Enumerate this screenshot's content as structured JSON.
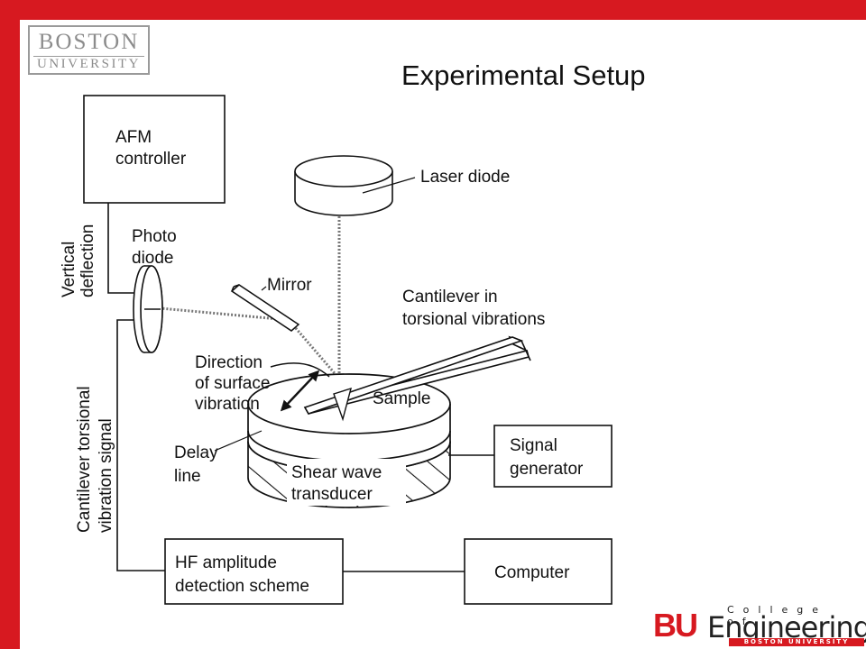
{
  "slide": {
    "title": "Experimental Setup",
    "accent_color": "#d71920"
  },
  "logos": {
    "boston_university": {
      "line1": "BOSTON",
      "line2": "UNIVERSITY"
    },
    "engineering": {
      "bu": "BU",
      "word": "Engineering",
      "college_of": "College of",
      "university": "BOSTON UNIVERSITY"
    }
  },
  "diagram": {
    "labels": {
      "afm_controller": [
        "AFM",
        "controller"
      ],
      "laser_diode": "Laser diode",
      "photo_diode": [
        "Photo",
        "diode"
      ],
      "mirror": "Mirror",
      "cantilever": [
        "Cantilever in",
        "torsional vibrations"
      ],
      "direction": [
        "Direction",
        "of surface",
        "vibration"
      ],
      "sample": "Sample",
      "delay_line": [
        "Delay",
        "line"
      ],
      "transducer": [
        "Shear wave",
        "transducer"
      ],
      "signal_generator": [
        "Signal",
        "generator"
      ],
      "vertical_deflection": [
        "Vertical",
        "deflection"
      ],
      "torsional_signal": [
        "Cantilever torsional",
        "vibration signal"
      ],
      "hf_detection": [
        "HF amplitude",
        "detection scheme"
      ],
      "computer": "Computer"
    }
  }
}
